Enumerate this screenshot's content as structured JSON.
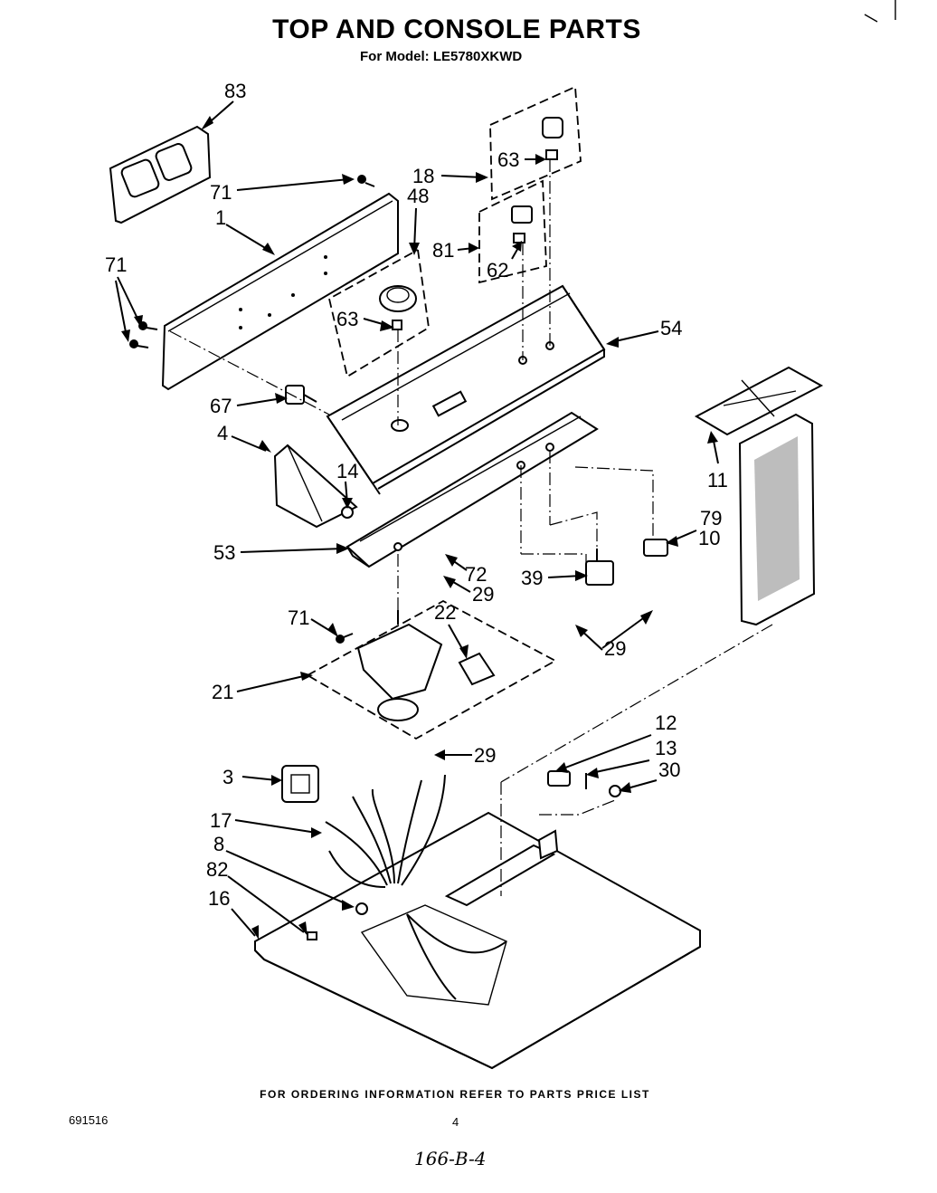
{
  "header": {
    "title": "TOP AND CONSOLE PARTS",
    "model_line": "For Model: LE5780XKWD"
  },
  "footer": {
    "ordering_note": "FOR ORDERING INFORMATION REFER TO PARTS PRICE LIST",
    "doc_number": "691516",
    "page_number": "4",
    "handwritten_note": "166-B-4"
  },
  "labels": {
    "l83": "83",
    "l71a": "71",
    "l1": "1",
    "l48": "48",
    "l18": "18",
    "l63a": "63",
    "l81": "81",
    "l62": "62",
    "l71b": "71",
    "l63b": "63",
    "l54": "54",
    "l67": "67",
    "l4": "4",
    "l14": "14",
    "l11": "11",
    "l79": "79",
    "l10": "10",
    "l53": "53",
    "l72": "72",
    "l29a": "29",
    "l39": "39",
    "l71c": "71",
    "l22": "22",
    "l29b": "29",
    "l21": "21",
    "l29c": "29",
    "l12": "12",
    "l13": "13",
    "l30": "30",
    "l3": "3",
    "l17": "17",
    "l8": "8",
    "l82": "82",
    "l16": "16"
  }
}
